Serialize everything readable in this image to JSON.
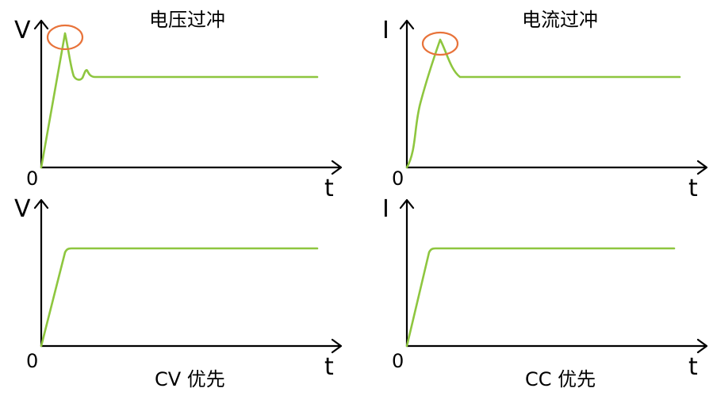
{
  "panels": [
    {
      "title": "电压过冲",
      "y_label": "V",
      "x_label": "t",
      "origin": "0",
      "caption": ""
    },
    {
      "title": "电流过冲",
      "y_label": "I",
      "x_label": "t",
      "origin": "0",
      "caption": ""
    },
    {
      "title": "",
      "y_label": "V",
      "x_label": "t",
      "origin": "0",
      "caption": "CV 优先"
    },
    {
      "title": "",
      "y_label": "I",
      "x_label": "t",
      "origin": "0",
      "caption": "CC 优先"
    }
  ],
  "colors": {
    "curve": "#8ec63f",
    "highlight": "#e8733a",
    "axis": "#000000"
  }
}
